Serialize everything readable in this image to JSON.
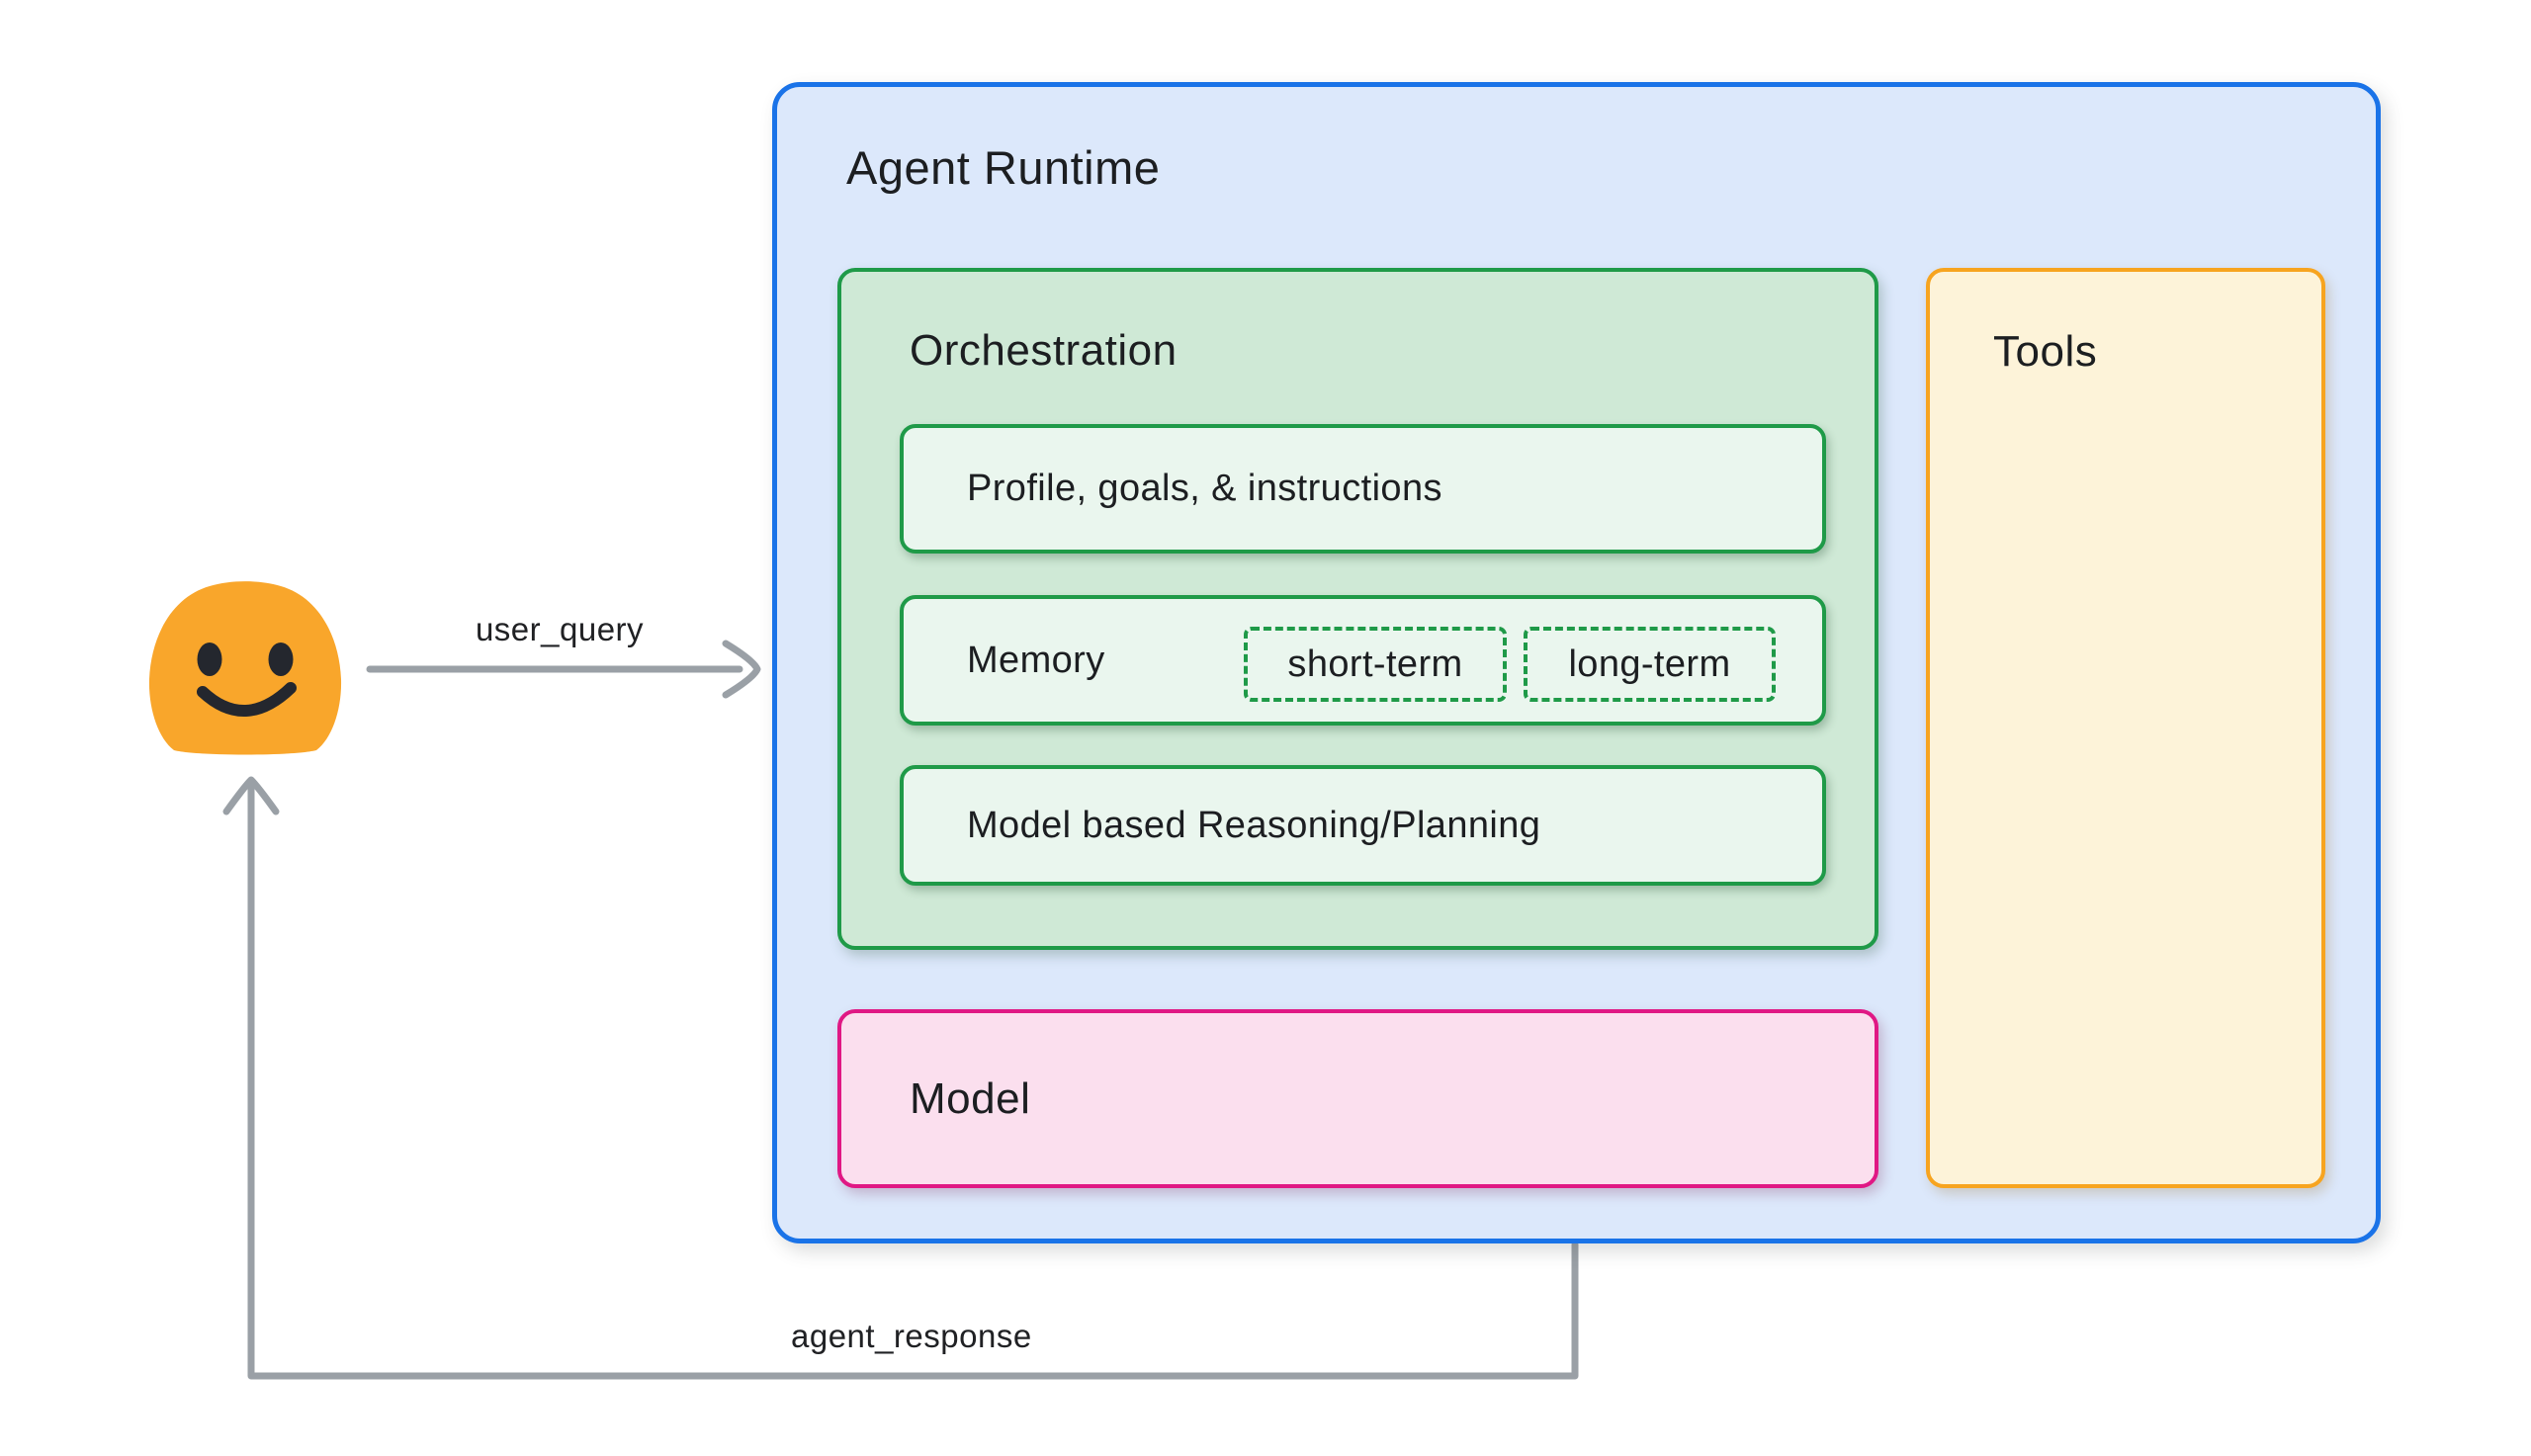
{
  "arrows": {
    "user_query_label": "user_query",
    "agent_response_label": "agent_response"
  },
  "agent_runtime": {
    "title": "Agent Runtime",
    "orchestration": {
      "title": "Orchestration",
      "profile_label": "Profile, goals, & instructions",
      "memory_label": "Memory",
      "memory_tags": [
        "short-term",
        "long-term"
      ],
      "reasoning_label": "Model based Reasoning/Planning"
    },
    "model_label": "Model",
    "tools_label": "Tools"
  },
  "icons": {
    "user": "user-smiley-icon"
  },
  "colors": {
    "runtime_border": "#1a73e8",
    "runtime_fill": "#dce8fb",
    "green_border": "#1f9a48",
    "green_fill": "#cfe9d6",
    "green_inner_fill": "#eaf6ee",
    "pink_border": "#e01884",
    "pink_fill": "#fbdfee",
    "orange_border": "#f7a41f",
    "orange_fill": "#fdf3d9",
    "arrow_gray": "#9aa0a6",
    "smiley_orange": "#f9a62b",
    "smiley_features": "#24272e",
    "text": "#1c1e21"
  }
}
